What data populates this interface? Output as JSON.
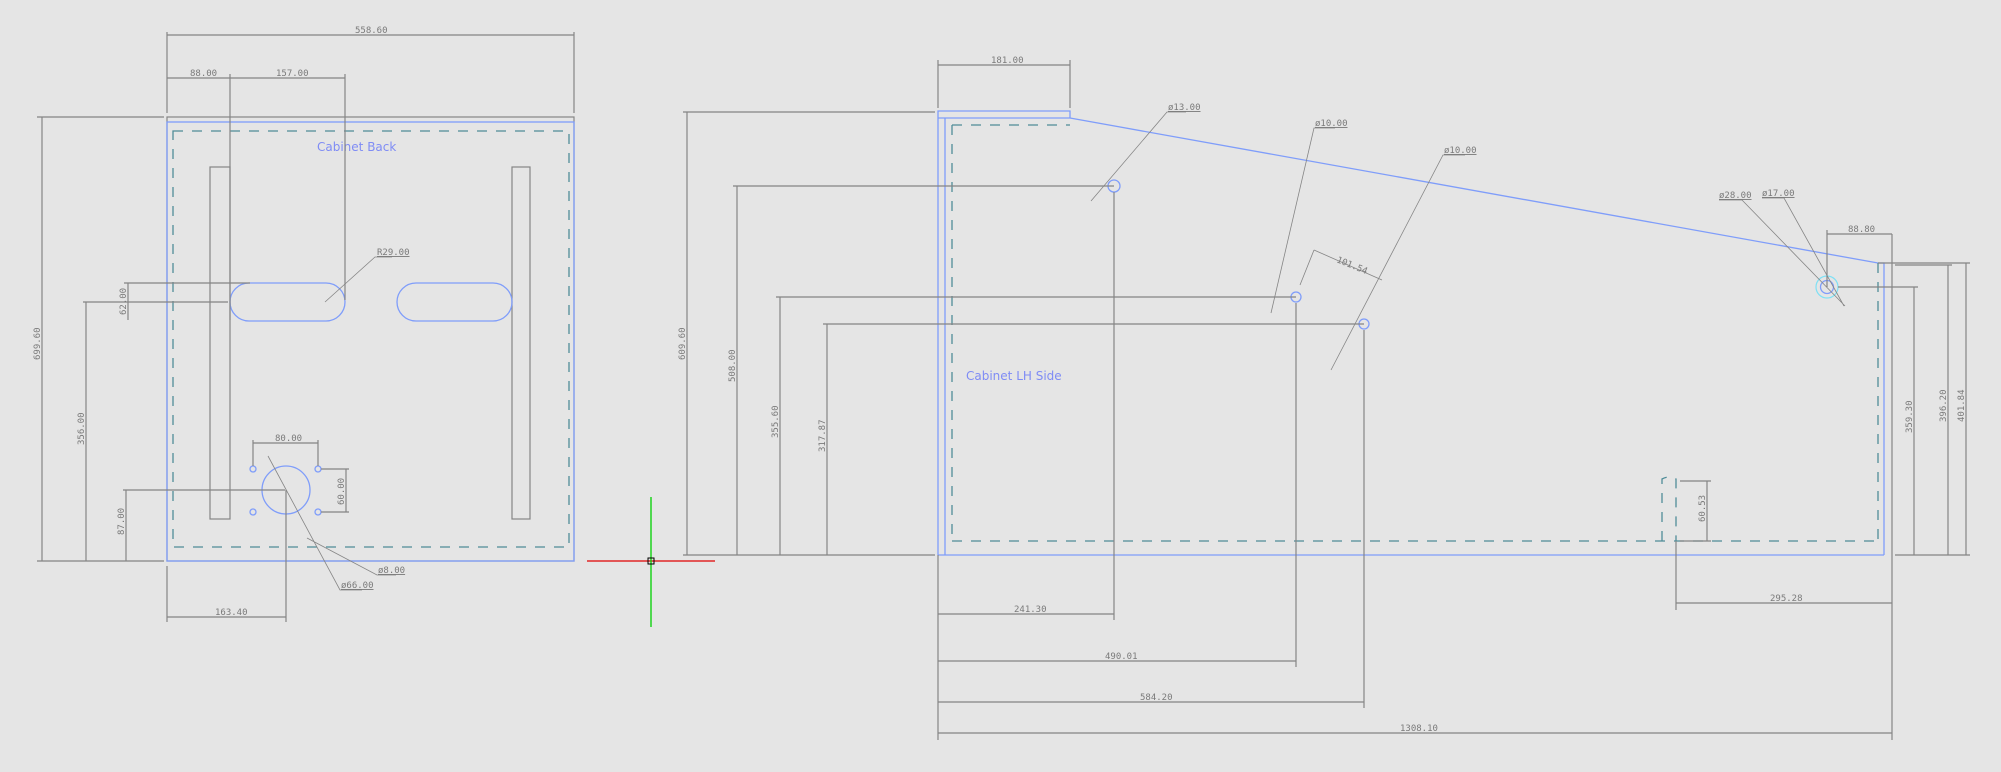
{
  "cabinet_back": {
    "title": "Cabinet Back",
    "dims": {
      "overall_width": "558.60",
      "offset_left": "88.00",
      "slot_width": "157.00",
      "slot_radius": "R29.00",
      "slot_height": "62.00",
      "overall_height": "699.60",
      "slot_height_from_bottom": "356.00",
      "hole_height_from_bottom": "87.00",
      "bolt_spacing_x": "80.00",
      "bolt_spacing_y": "60.00",
      "hole_from_left": "163.40",
      "big_hole_dia": "ø66.00",
      "bolt_hole_dia": "ø8.00"
    }
  },
  "cabinet_lh_side": {
    "title": "Cabinet LH Side",
    "dims": {
      "top_width": "181.00",
      "hole1_dia": "ø13.00",
      "hole2_dia": "ø10.00",
      "hole3_dia": "ø10.00",
      "hole_spacing": "101.54",
      "hole4_dia": "ø28.00",
      "hole4_inner_dia": "ø17.00",
      "right_offset": "88.80",
      "overall_height": "609.60",
      "hole1_height": "508.00",
      "hole2_height": "355.60",
      "hole3_height": "317.87",
      "hole4_height": "359.30",
      "right_height_inner": "396.20",
      "right_height_outer": "401.84",
      "slot_height": "60.53",
      "slot_from_right": "295.28",
      "hole1_from_left": "241.30",
      "hole2_from_left": "490.01",
      "hole3_from_left": "584.20",
      "overall_length": "1308.10"
    }
  },
  "colors": {
    "background": "#e5e5e5",
    "dimension": "#858585",
    "outline": "#7f9dfa",
    "hidden": "#4f8c98",
    "cursor_x": "#e00000",
    "cursor_y": "#00d000"
  }
}
